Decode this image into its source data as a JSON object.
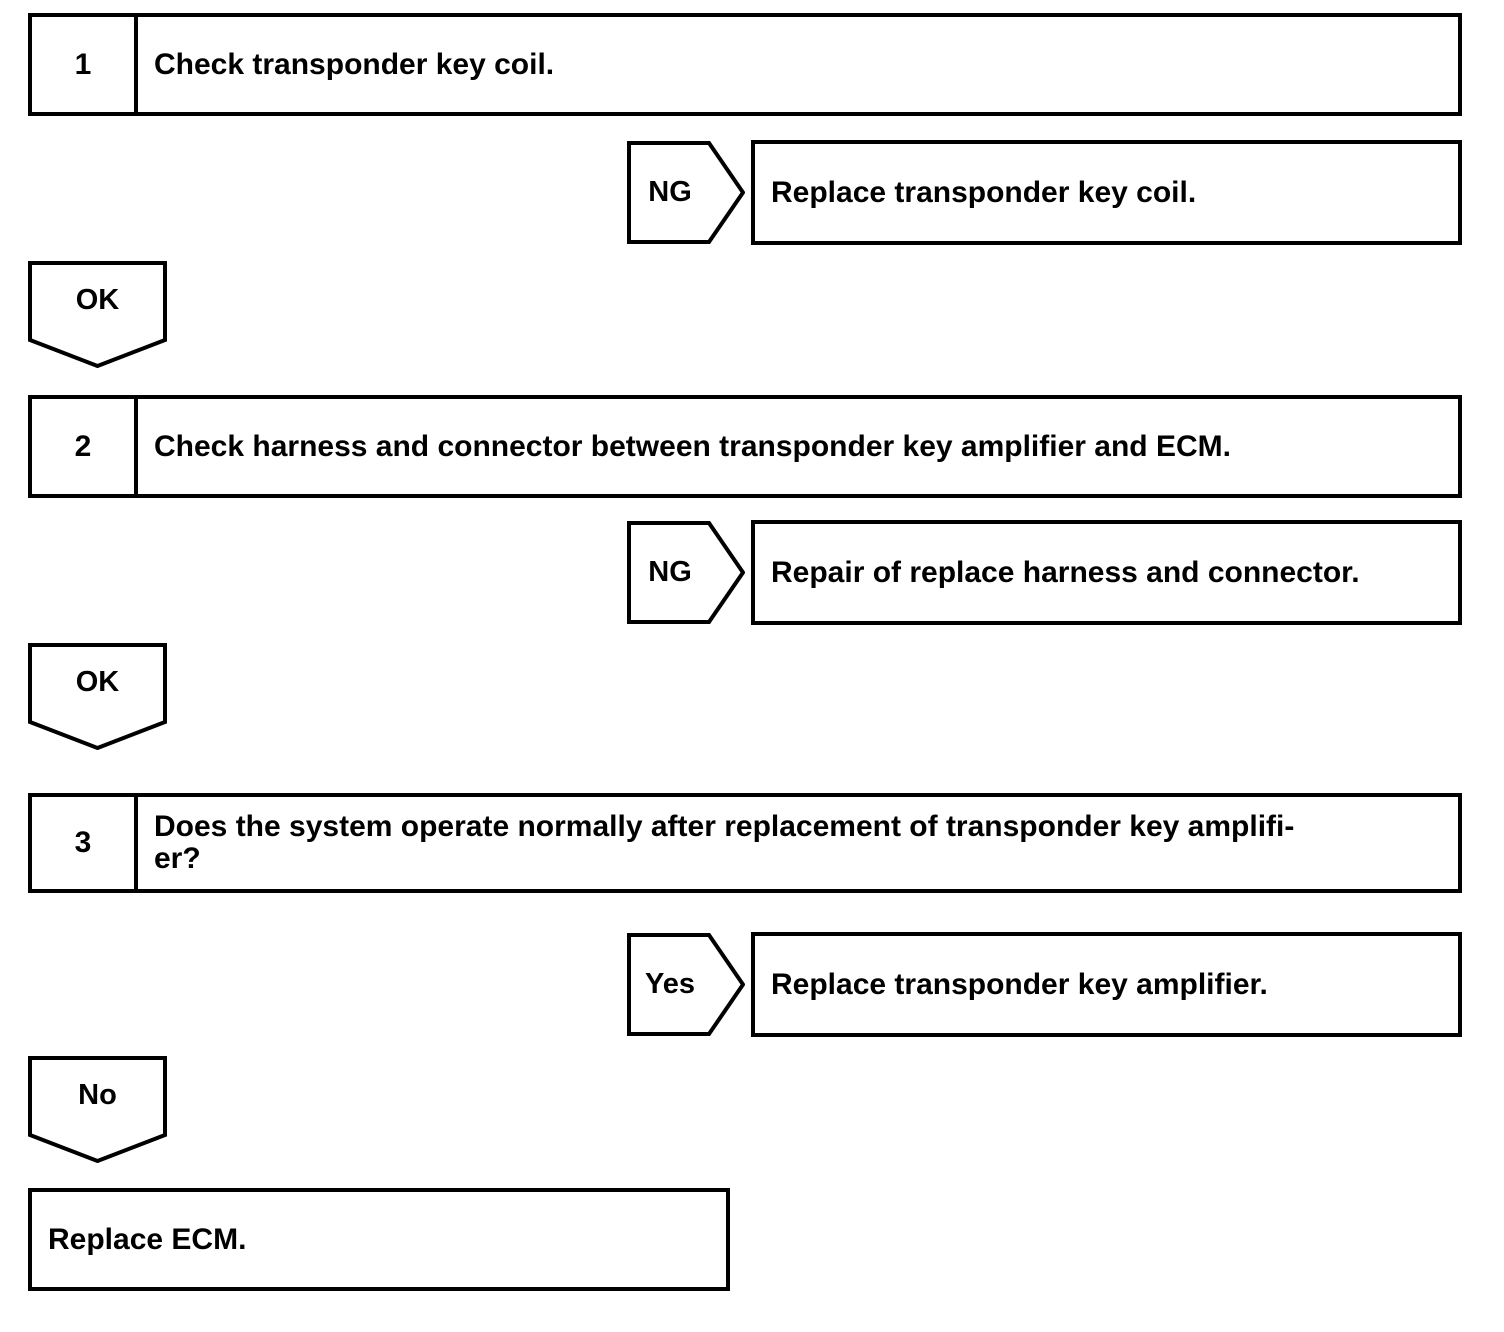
{
  "diagram": {
    "type": "troubleshooting-flowchart",
    "steps": [
      {
        "number": "1",
        "text": "Check transponder key coil."
      },
      {
        "number": "2",
        "text": "Check harness and connector between transponder key amplifier and ECM."
      },
      {
        "number": "3",
        "text": "Does the system operate normally after replacement of transponder key amplifi-\ner?",
        "line1": "Does the system operate normally after replacement of transponder key amplifi-",
        "line2": "er?"
      }
    ],
    "branches": [
      {
        "label": "NG",
        "result": "Replace transponder key coil."
      },
      {
        "label": "NG",
        "result": "Repair of replace harness and connector."
      },
      {
        "label": "Yes",
        "result": "Replace transponder key amplifier."
      }
    ],
    "connectors": [
      {
        "label": "OK"
      },
      {
        "label": "OK"
      },
      {
        "label": "No"
      }
    ],
    "final": {
      "text": "Replace ECM."
    },
    "colors": {
      "line": "#000000",
      "background": "#ffffff",
      "text": "#000000"
    }
  }
}
